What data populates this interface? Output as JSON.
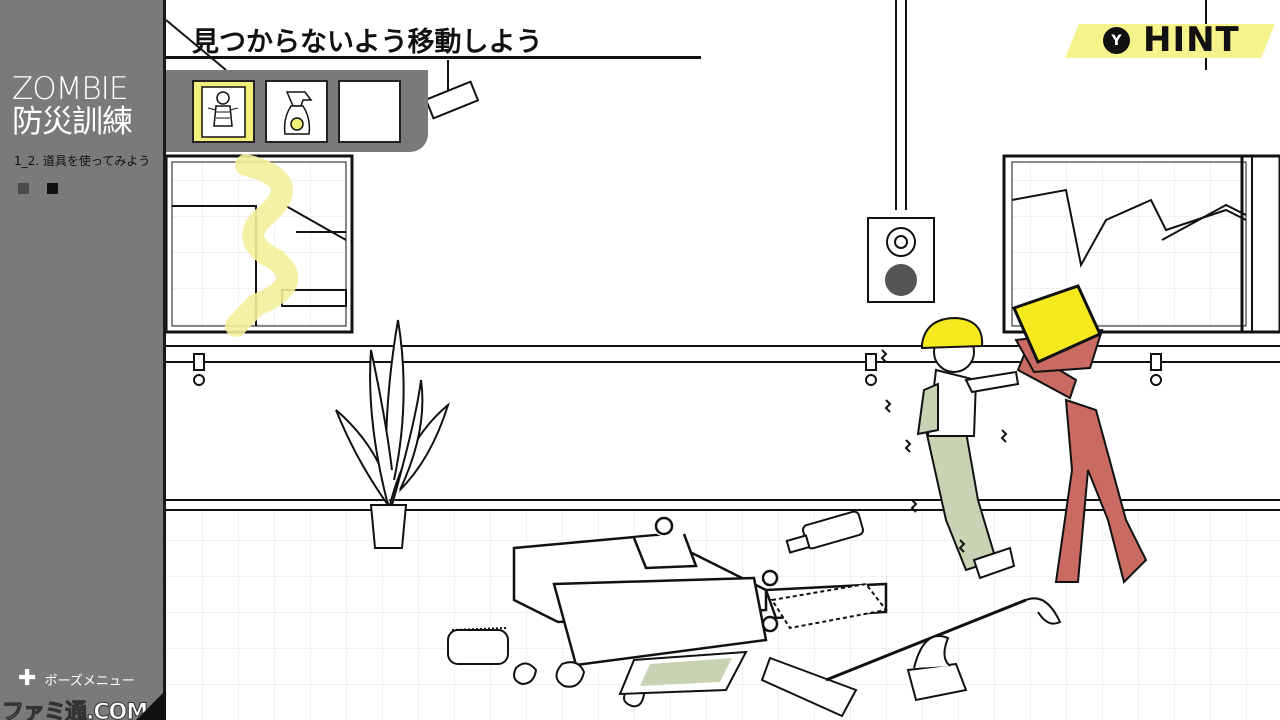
{
  "sidebar": {
    "title_line1": "ZOMBIE",
    "title_line2": "防災訓練",
    "stage_label": "1_2. 道具を使ってみよう",
    "pause_menu_label": "ポーズメニュー",
    "pause_menu_icon": "plus-icon",
    "progress": {
      "completed": 1,
      "current": 2
    },
    "watermark": "ファミ通.COM"
  },
  "objective": "見つからないよう移動しよう",
  "hint": {
    "button_glyph": "Y",
    "label": "HINT",
    "color": "#f6f28c"
  },
  "inventory": {
    "slots": [
      {
        "item": "xray-poster-icon",
        "selected": true
      },
      {
        "item": "spray-bottle-icon",
        "selected": false
      },
      {
        "item": "empty-slot",
        "selected": false
      }
    ]
  },
  "colors": {
    "sidebar": "#7a7a7a",
    "highlight": "#f2ef7a",
    "zombie": "#c96a63",
    "helmet": "#f6ea1e",
    "worker_pants": "#c8d3b4"
  }
}
